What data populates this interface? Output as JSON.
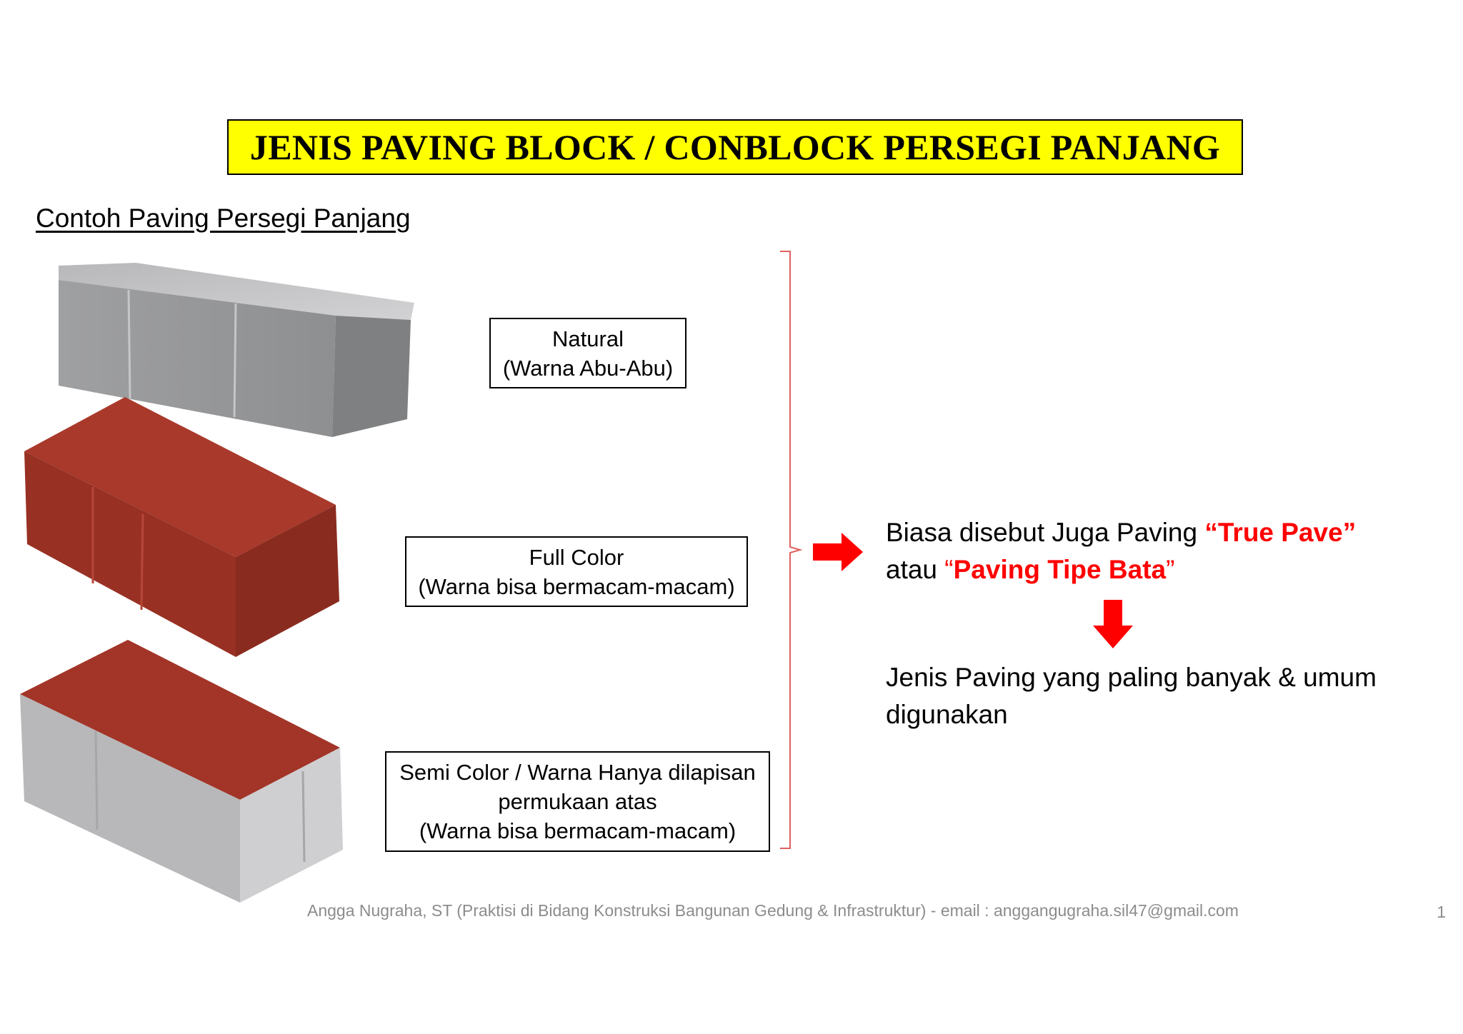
{
  "title": "JENIS PAVING BLOCK / CONBLOCK PERSEGI PANJANG",
  "subtitle": "Contoh Paving Persegi Panjang",
  "labels": [
    {
      "lines": [
        "Natural",
        "(Warna Abu-Abu)"
      ]
    },
    {
      "lines": [
        "Full Color",
        "(Warna bisa bermacam-macam)"
      ]
    },
    {
      "lines": [
        "Semi Color / Warna Hanya dilapisan",
        "permukaan atas",
        "(Warna bisa bermacam-macam)"
      ]
    }
  ],
  "info": {
    "line1_prefix": "Biasa disebut Juga Paving ",
    "line1_highlight": "“True Pave”",
    "line2_prefix": "atau ",
    "line2_open_quote": "“",
    "line2_highlight": "Paving Tipe Bata",
    "line2_close_quote": "”",
    "conclusion_line1": "Jenis Paving yang paling banyak & umum",
    "conclusion_line2": "digunakan"
  },
  "footer": "Angga Nugraha, ST (Praktisi di Bidang Konstruksi Bangunan Gedung & Infrastruktur) - email : anggangugraha.sil47@gmail.com",
  "page_number": "1",
  "colors": {
    "title_bg": "#ffff00",
    "accent": "#ff0000",
    "brick_red": "#a93a2c",
    "brick_grey": "#9a9a9c"
  },
  "icons": [
    "red-arrow-right-icon",
    "red-arrow-down-icon",
    "bracket-icon"
  ]
}
